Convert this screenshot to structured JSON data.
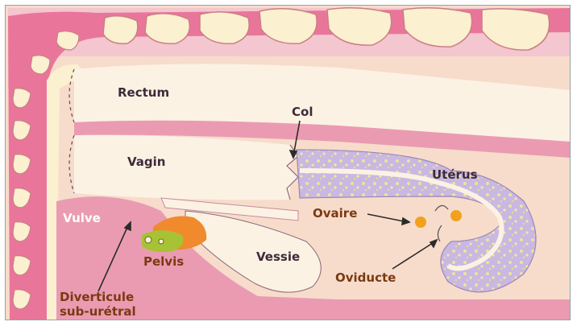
{
  "diagram": {
    "labels": {
      "rectum": "Rectum",
      "col": "Col",
      "vagin": "Vagin",
      "uterus": "Utérus",
      "vulve": "Vulve",
      "ovaire": "Ovaire",
      "pelvis": "Pelvis",
      "vessie": "Vessie",
      "oviducte": "Oviducte",
      "diverticule_line1": "Diverticule",
      "diverticule_line2": "sub-urétral"
    },
    "colors": {
      "background": "#f7d9c7",
      "spine": "#e9769a",
      "vertebra": "#fbf0cf",
      "organ_pale": "#fbf2e4",
      "flesh": "#ea9bb2",
      "uterus": "#c7b5e0",
      "ovary": "#f2a11e",
      "pelvis_orange": "#f08a2c",
      "pelvis_green": "#a7c234",
      "label_dark": "#3f2a3a",
      "label_brown": "#7a3a12"
    }
  }
}
